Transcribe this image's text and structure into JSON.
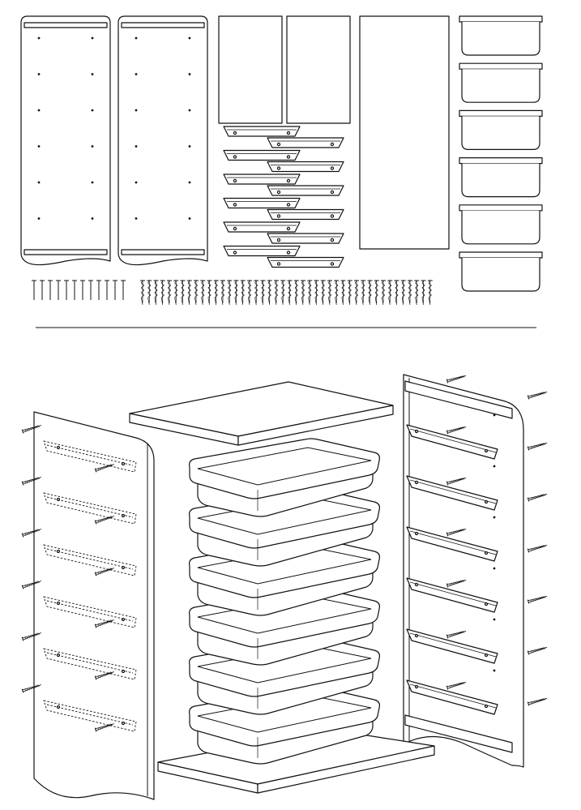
{
  "diagram": {
    "parts": {
      "side_panels": 2,
      "top_bottom_panels": 2,
      "back_panel": 1,
      "drawer_bins": 6,
      "drawer_runners": 12,
      "nails": 12,
      "screws": 44
    },
    "colors": {
      "line": "#111111",
      "background": "#ffffff"
    },
    "assembly": {
      "drawers": 6,
      "runners_per_side": 6,
      "screws_left_side": 12,
      "screws_right_side": 14
    }
  }
}
